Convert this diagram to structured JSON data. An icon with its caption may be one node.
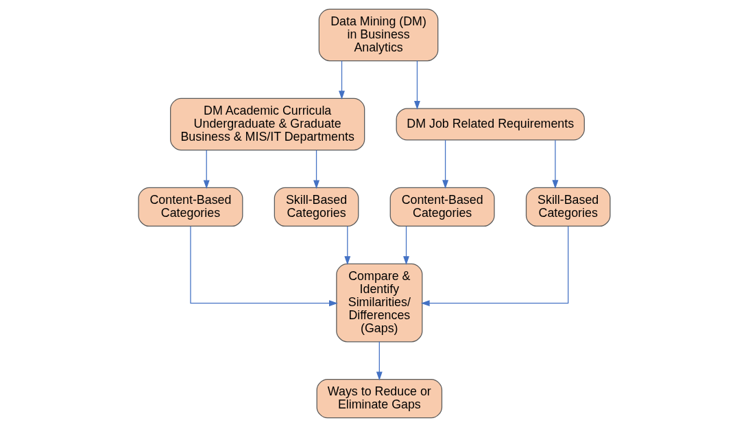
{
  "diagram": {
    "nodes": [
      {
        "text": [
          "Data Mining (DM) in Business Analytics"
        ]
      },
      {
        "text": [
          "DM Academic Curricula Undergraduate & Graduate Business & MIS/IT Departments"
        ]
      },
      {
        "text": [
          "DM Job Related Requirements"
        ]
      },
      {
        "text": [
          "Content-Based Categories"
        ]
      },
      {
        "text": [
          "Skill-Based Categories"
        ]
      },
      {
        "text": [
          "Compare & Identify Similarities/ Differences (Gaps)"
        ]
      },
      {
        "text": [
          "Content-Based Categories"
        ]
      },
      {
        "text": [
          "Skill-Based Categories"
        ]
      },
      {
        "text": [
          "Ways to Reduce or Eliminate Gaps"
        ]
      }
    ],
    "edges": [
      {
        "from": 0,
        "to": 1,
        "arrow": "to"
      },
      {
        "from": 0,
        "to": 2,
        "arrow": "to"
      },
      {
        "from": 1,
        "to": 3,
        "arrow": "to"
      },
      {
        "from": 1,
        "to": 4,
        "arrow": "to"
      },
      {
        "from": 2,
        "to": 6,
        "arrow": "to"
      },
      {
        "from": 2,
        "to": 7,
        "arrow": "to"
      },
      {
        "from": 3,
        "to": 5,
        "arrow": "to"
      },
      {
        "from": 4,
        "to": 5,
        "arrow": "to"
      },
      {
        "from": 6,
        "to": 5,
        "arrow": "to"
      },
      {
        "from": 7,
        "to": 5,
        "arrow": "to"
      },
      {
        "from": 5,
        "to": 8,
        "arrow": "to"
      }
    ]
  }
}
